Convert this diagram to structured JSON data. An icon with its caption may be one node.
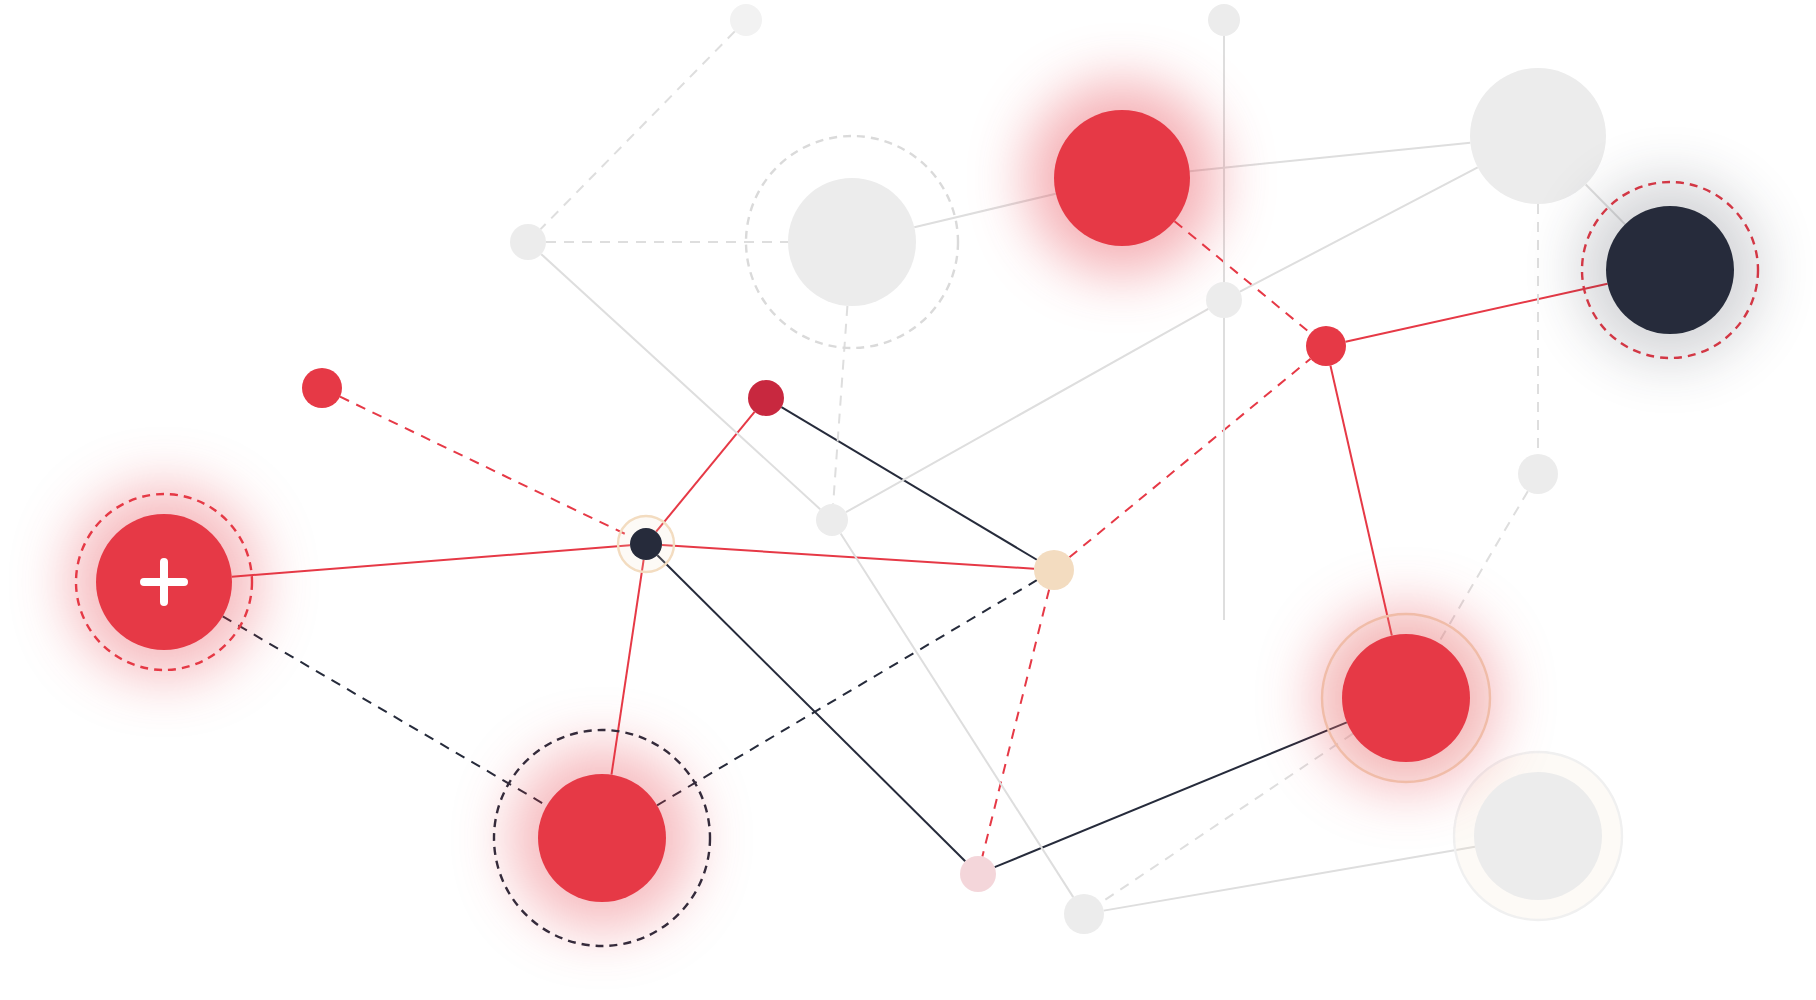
{
  "diagram": {
    "nodes": [
      {
        "text": [],
        "shape": "circle"
      },
      {
        "text": [],
        "shape": "circle"
      },
      {
        "text": [],
        "shape": "circle"
      },
      {
        "text": [],
        "shape": "circle"
      },
      {
        "text": [],
        "shape": "circle"
      },
      {
        "text": [],
        "shape": "circle"
      },
      {
        "text": [],
        "shape": "circle"
      },
      {
        "text": [],
        "shape": "circle"
      },
      {
        "text": [],
        "shape": "circle"
      },
      {
        "text": [],
        "shape": "circle"
      },
      {
        "text": [],
        "shape": "circle"
      },
      {
        "text": [],
        "shape": "circle"
      },
      {
        "text": [],
        "shape": "circle"
      },
      {
        "text": [],
        "shape": "circle"
      },
      {
        "text": [],
        "shape": "circle"
      },
      {
        "text": [],
        "shape": "circle"
      },
      {
        "text": [],
        "shape": "circle"
      },
      {
        "text": [],
        "shape": "circle"
      },
      {
        "text": [],
        "shape": "circle"
      },
      {
        "text": [],
        "shape": "circle"
      },
      {
        "text": [],
        "shape": "circle"
      }
    ],
    "edges": [
      {
        "from": 1,
        "to": 4,
        "arrow": "none",
        "style": "dashed",
        "color": "#e63946"
      },
      {
        "from": 0,
        "to": 4,
        "arrow": "none",
        "color": "#e63946"
      },
      {
        "from": 0,
        "to": 3,
        "arrow": "none",
        "style": "dashed",
        "color": "#262b3b"
      },
      {
        "from": 4,
        "to": 6,
        "arrow": "none",
        "color": "#e63946"
      },
      {
        "from": 4,
        "to": 3,
        "arrow": "none",
        "color": "#e63946"
      },
      {
        "from": 4,
        "to": 10,
        "arrow": "none",
        "color": "#e63946"
      },
      {
        "from": 4,
        "to": 9,
        "arrow": "none",
        "color": "#262b3b"
      },
      {
        "from": 6,
        "to": 10,
        "arrow": "none",
        "color": "#262b3b"
      },
      {
        "from": 3,
        "to": 10,
        "arrow": "none",
        "style": "dashed",
        "color": "#262b3b"
      },
      {
        "from": 10,
        "to": 15,
        "arrow": "none",
        "style": "dashed",
        "color": "#e63946"
      },
      {
        "from": 10,
        "to": 9,
        "arrow": "none",
        "style": "dashed",
        "color": "#e63946"
      },
      {
        "from": 12,
        "to": 15,
        "arrow": "none",
        "style": "dashed",
        "color": "#e63946"
      },
      {
        "from": 15,
        "to": 20,
        "arrow": "none",
        "color": "#e63946"
      },
      {
        "from": 15,
        "to": 16,
        "arrow": "none",
        "color": "#e63946"
      },
      {
        "from": 16,
        "to": 9,
        "arrow": "none",
        "color": "#262b3b"
      },
      {
        "from": 5,
        "to": 2,
        "arrow": "none",
        "style": "dashed"
      },
      {
        "from": 2,
        "to": 8,
        "arrow": "none",
        "style": "dashed"
      },
      {
        "from": 2,
        "to": 7,
        "arrow": "none"
      },
      {
        "from": 7,
        "to": 11,
        "arrow": "none"
      },
      {
        "from": 8,
        "to": 12,
        "arrow": "none"
      },
      {
        "from": 8,
        "to": 7,
        "arrow": "none",
        "style": "dashed"
      },
      {
        "from": 7,
        "to": 14,
        "arrow": "none"
      },
      {
        "from": 12,
        "to": 17,
        "arrow": "none"
      },
      {
        "from": 13,
        "to": 14,
        "arrow": "none"
      },
      {
        "from": 14,
        "to": null,
        "arrow": "none"
      },
      {
        "from": 14,
        "to": 17,
        "arrow": "none"
      },
      {
        "from": 17,
        "to": 20,
        "arrow": "none"
      },
      {
        "from": 17,
        "to": 18,
        "arrow": "none",
        "style": "dashed"
      },
      {
        "from": 18,
        "to": 16,
        "arrow": "none",
        "style": "dashed"
      },
      {
        "from": 16,
        "to": 11,
        "arrow": "none",
        "style": "dashed"
      },
      {
        "from": 11,
        "to": 19,
        "arrow": "none"
      }
    ]
  }
}
